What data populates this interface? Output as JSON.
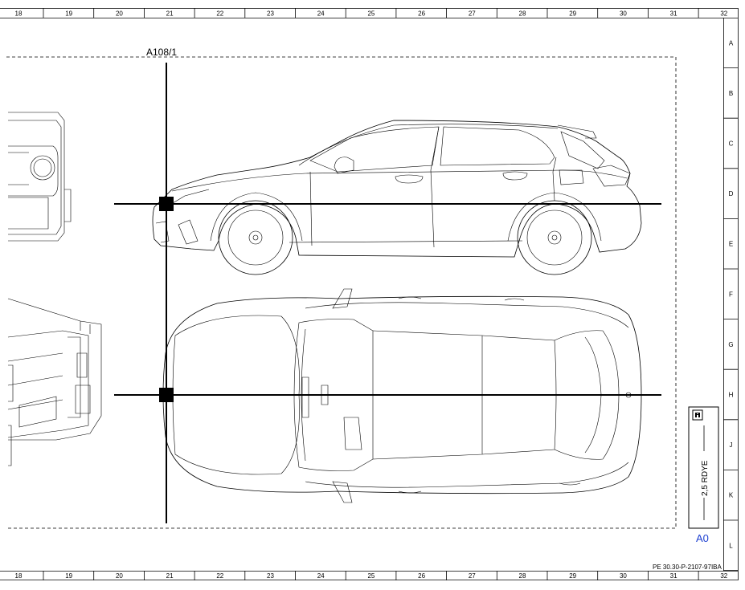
{
  "grid": {
    "columns": [
      "18",
      "19",
      "20",
      "21",
      "22",
      "23",
      "24",
      "25",
      "26",
      "27",
      "28",
      "29",
      "30",
      "31",
      "32"
    ],
    "rows": [
      "A",
      "B",
      "C",
      "D",
      "E",
      "F",
      "G",
      "H",
      "J",
      "K",
      "L"
    ]
  },
  "component": {
    "label": "A108/1"
  },
  "wire": {
    "label": "2,5 RDYE",
    "page_ref": "A0",
    "icon": "information-icon"
  },
  "document": {
    "code": "PE 30.30-P-2107-97IBA"
  },
  "colors": {
    "line": "#000000",
    "page_ref": "#1c3fd1"
  }
}
